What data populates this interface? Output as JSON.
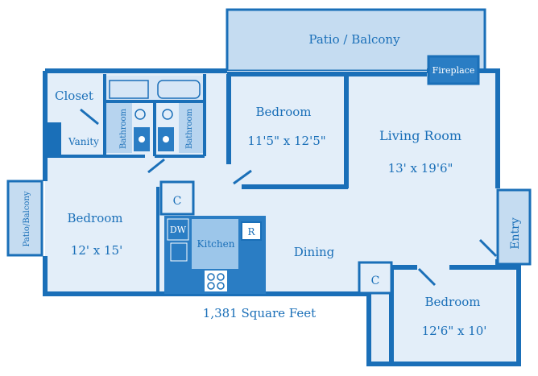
{
  "plan": {
    "patio_top": "Patio / Balcony",
    "patio_left": "Patio/Balcony",
    "fireplace": "Fireplace",
    "closet": "Closet",
    "vanity": "Vanity",
    "bathroom_1": "Bathroom",
    "bathroom_2": "Bathroom",
    "bedroom_center": {
      "name": "Bedroom",
      "size": "11'5\" x 12'5\""
    },
    "living_room": {
      "name": "Living Room",
      "size": "13' x 19'6\""
    },
    "bedroom_left": {
      "name": "Bedroom",
      "size": "12' x 15'"
    },
    "bedroom_right": {
      "name": "Bedroom",
      "size": "12'6\" x 10'"
    },
    "closet_c1": "C",
    "closet_c2": "C",
    "dishwasher": "DW",
    "kitchen": "Kitchen",
    "refrigerator": "R",
    "dining": "Dining",
    "entry": "Entry",
    "square_feet": "1,381 Square Feet"
  },
  "colors": {
    "wall": "#1a6fb8",
    "floor": "#e3eef9",
    "patio": "#c5dcf1",
    "kitchen": "#2a7dc4",
    "kitchen_floor": "#9cc6ea",
    "bath_floor": "#b7d4ef"
  }
}
